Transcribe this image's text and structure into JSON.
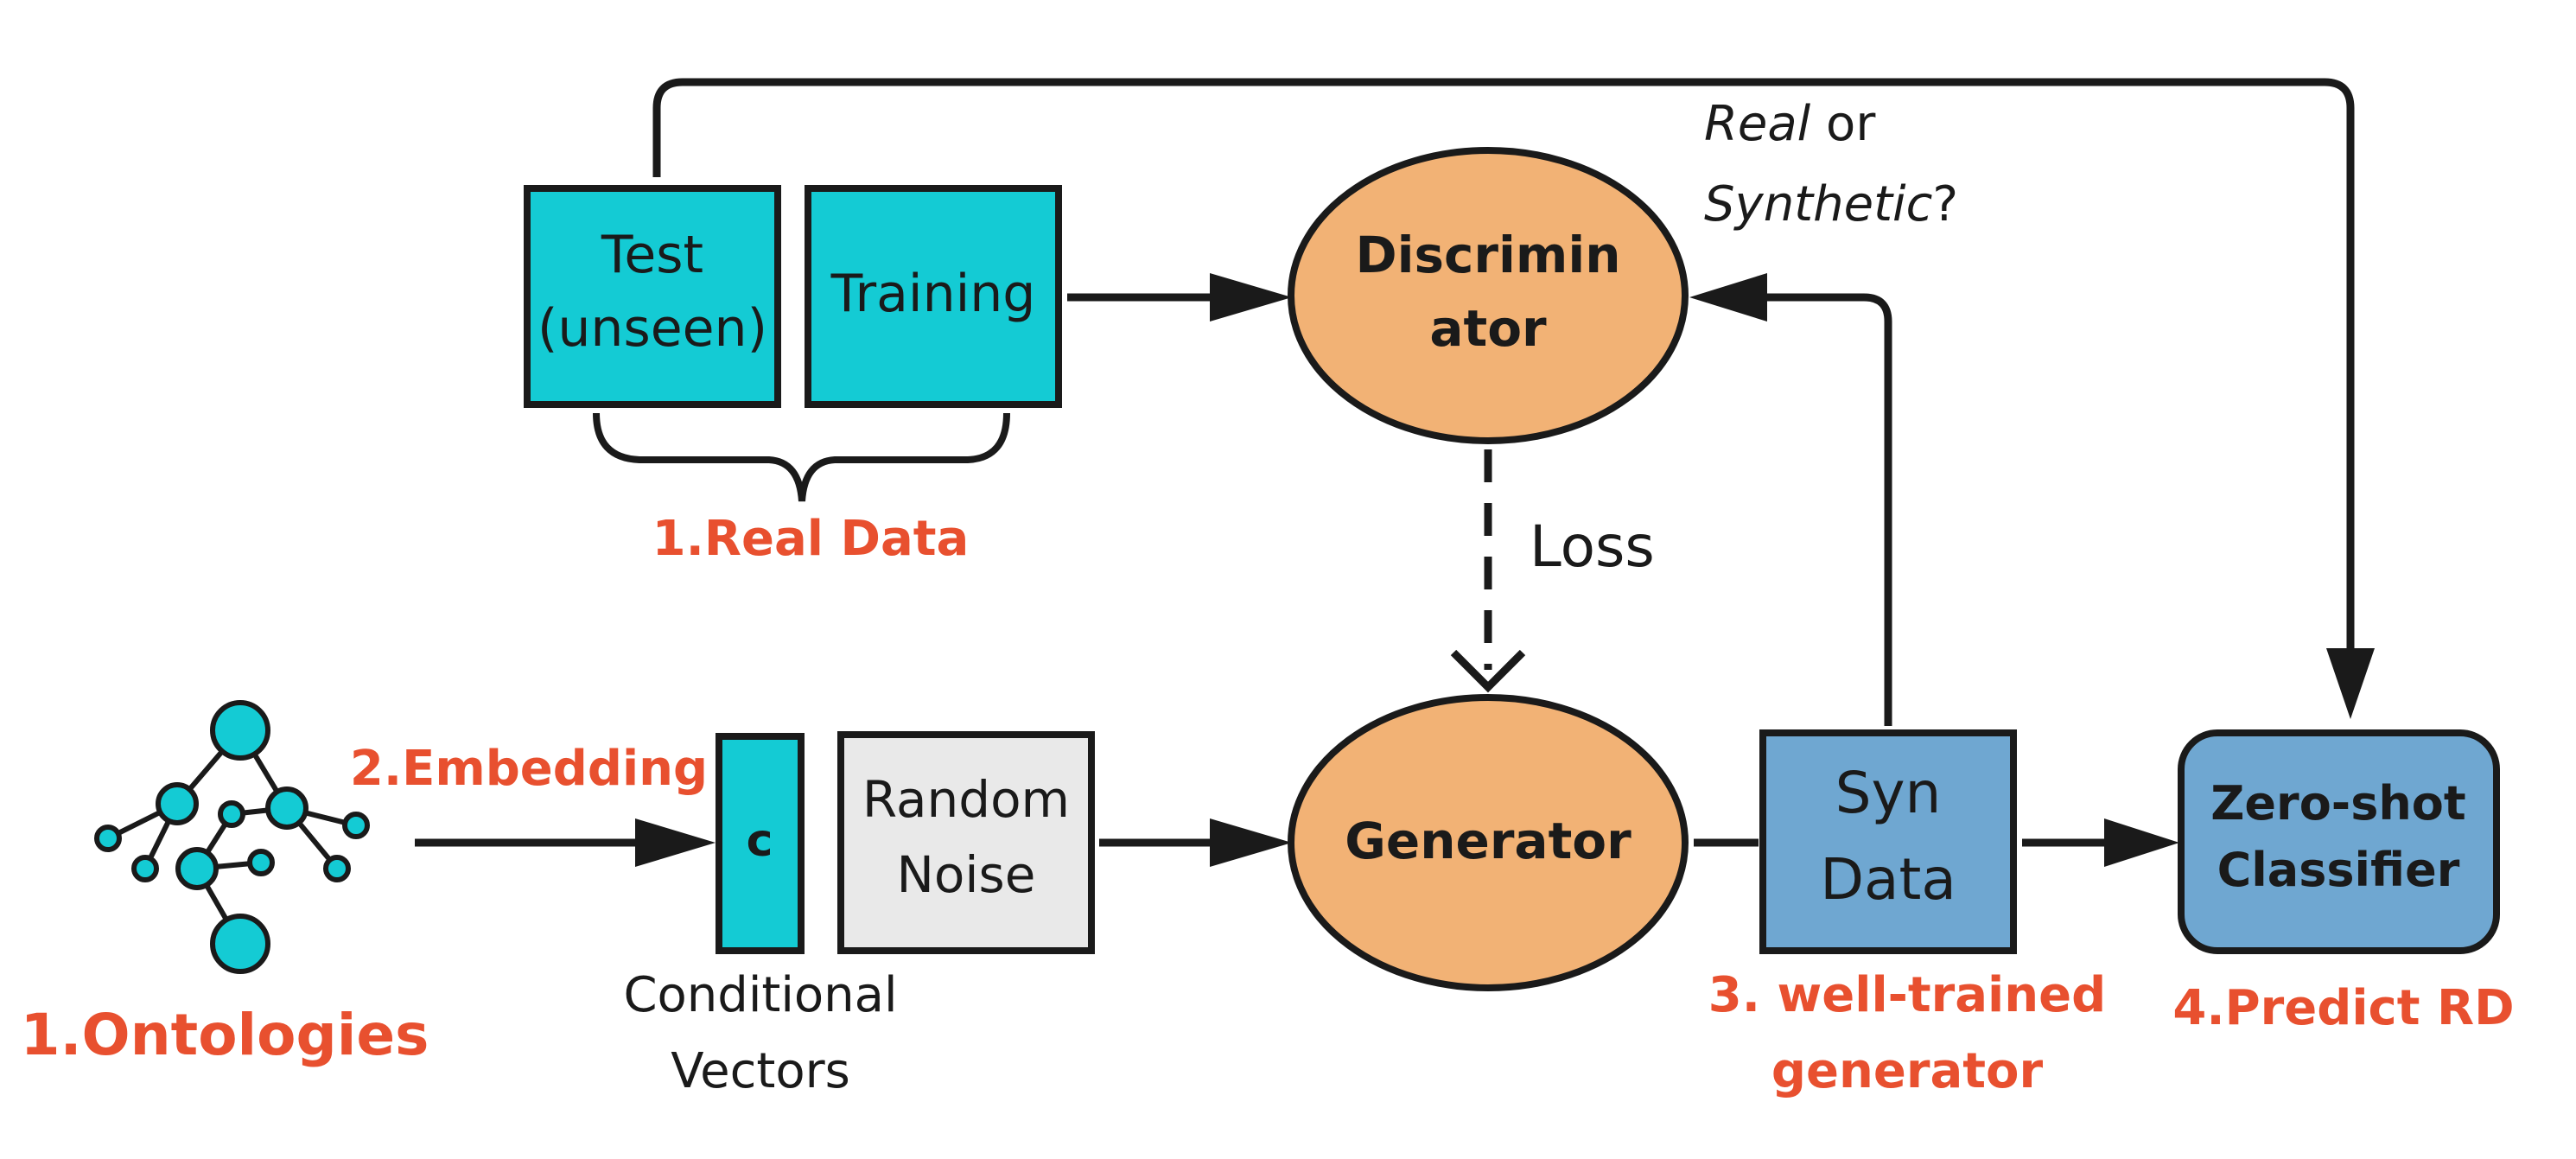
{
  "colors": {
    "teal": "#14cbd4",
    "orange": "#f2b275",
    "blue": "#6fa7d1",
    "gray": "#e9e9e9",
    "accent_red": "#e8502f",
    "stroke": "#1a1a1a"
  },
  "boxes": {
    "test_line1": "Test",
    "test_line2": "(unseen)",
    "training": "Training",
    "c": "c",
    "noise_line1": "Random",
    "noise_line2": "Noise",
    "syn_line1": "Syn",
    "syn_line2": "Data",
    "classifier_line1": "Zero-shot",
    "classifier_line2": "Classifier"
  },
  "ellipses": {
    "discriminator_line1": "Discrimin",
    "discriminator_line2": "ator",
    "generator": "Generator"
  },
  "labels": {
    "real_data": "1.Real Data",
    "ontologies": "1.Ontologies",
    "embedding": "2.Embedding",
    "conditional_line1": "Conditional",
    "conditional_line2": "Vectors",
    "loss": "Loss",
    "well_trained_line1": "3. well-trained",
    "well_trained_line2": "generator",
    "predict": "4.Predict RD",
    "real_word": "Real",
    "or_word": " or",
    "synthetic_word": "Synthetic",
    "question_mark": "?"
  },
  "icons": [
    "ontology-tree-icon"
  ]
}
